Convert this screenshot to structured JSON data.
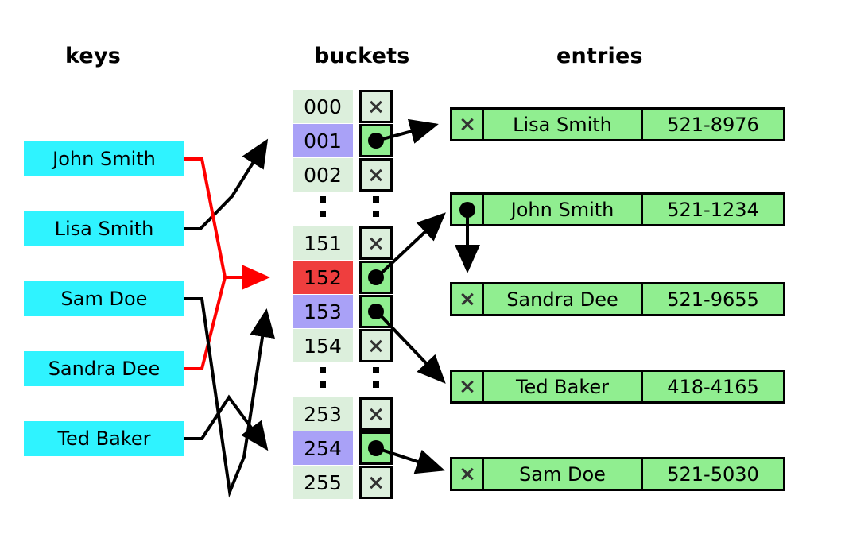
{
  "headers": {
    "keys": "keys",
    "buckets": "buckets",
    "entries": "entries"
  },
  "colors": {
    "key_box": "#2ff3ff",
    "bucket_plain": "#dcefdc",
    "bucket_highlight": "#a9a1f7",
    "bucket_collision": "#ef3e3e",
    "entry_fill": "#90ee90",
    "collision_wire": "#ff0000",
    "wire": "#000000"
  },
  "keys": [
    {
      "label": "John Smith"
    },
    {
      "label": "Lisa Smith"
    },
    {
      "label": "Sam Doe"
    },
    {
      "label": "Sandra Dee"
    },
    {
      "label": "Ted Baker"
    }
  ],
  "buckets": [
    {
      "index": "000",
      "state": "plain",
      "marker": "cross-icon"
    },
    {
      "index": "001",
      "state": "highlight",
      "marker": "dot-icon"
    },
    {
      "index": "002",
      "state": "plain",
      "marker": "cross-icon"
    },
    {
      "index": "151",
      "state": "plain",
      "marker": "cross-icon"
    },
    {
      "index": "152",
      "state": "collision",
      "marker": "dot-icon"
    },
    {
      "index": "153",
      "state": "highlight",
      "marker": "dot-icon"
    },
    {
      "index": "154",
      "state": "plain",
      "marker": "cross-icon"
    },
    {
      "index": "253",
      "state": "plain",
      "marker": "cross-icon"
    },
    {
      "index": "254",
      "state": "highlight",
      "marker": "dot-icon"
    },
    {
      "index": "255",
      "state": "plain",
      "marker": "cross-icon"
    }
  ],
  "entries": [
    {
      "next": "cross-icon",
      "name": "Lisa Smith",
      "value": "521-8976"
    },
    {
      "next": "dot-icon",
      "name": "John Smith",
      "value": "521-1234"
    },
    {
      "next": "cross-icon",
      "name": "Sandra Dee",
      "value": "521-9655"
    },
    {
      "next": "cross-icon",
      "name": "Ted Baker",
      "value": "418-4165"
    },
    {
      "next": "cross-icon",
      "name": "Sam Doe",
      "value": "521-5030"
    }
  ]
}
